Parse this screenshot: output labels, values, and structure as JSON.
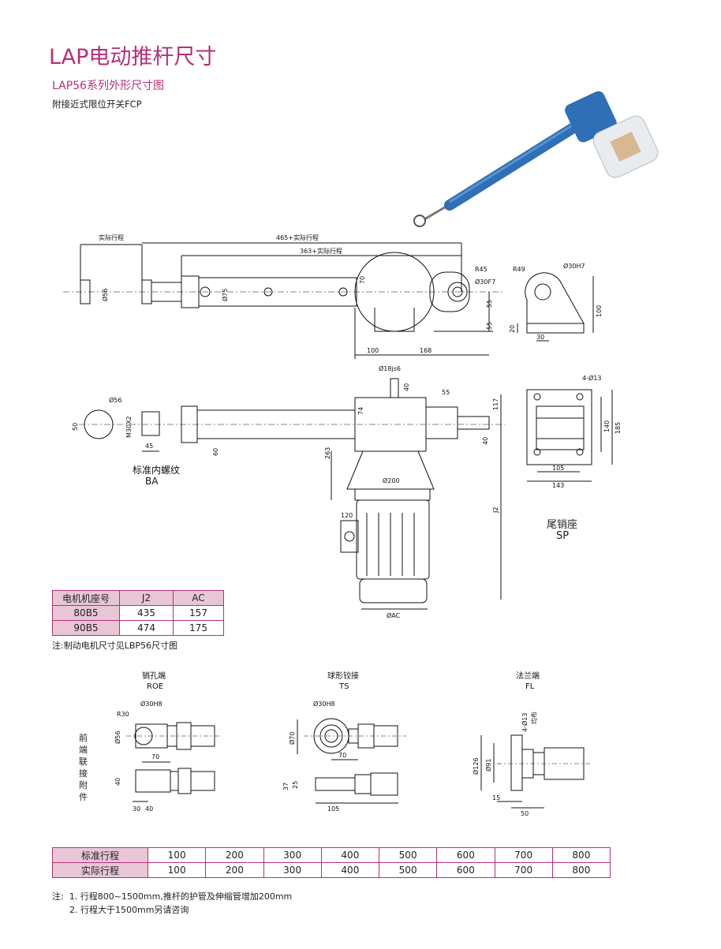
{
  "header": {
    "title": "LAP电动推杆尺寸",
    "subtitle": "LAP56系列外形尺寸图",
    "note": "附接近式限位开关FCP"
  },
  "drawing_top": {
    "dims": {
      "actual_stroke": "实际行程",
      "d465": "465+实际行程",
      "d363": "363+实际行程",
      "r45": "R45",
      "phi30f7": "Ø30F7",
      "phi56": "Ø56",
      "phi75": "Ø75",
      "d70": "70",
      "d55a": "55",
      "d55b": "55",
      "d100": "100",
      "d168": "168"
    }
  },
  "drawing_side": {
    "dims": {
      "r49": "R49",
      "phi30h7": "Ø30H7",
      "d100": "100",
      "d20": "20",
      "d30": "30"
    }
  },
  "drawing_mid": {
    "dims": {
      "phi18js6": "Ø18js6",
      "d40": "40",
      "d55": "55",
      "d117": "117",
      "phi56": "Ø56",
      "d50": "50",
      "m30x2": "M30X2",
      "d74": "74",
      "d60": "60",
      "d45": "45",
      "d263": "263",
      "d40b": "40",
      "phi200": "Ø200",
      "j2": "J2",
      "d120": "120",
      "phiac": "ØAC"
    },
    "ba_label_cn": "标准内螺纹",
    "ba_label_en": "BA"
  },
  "drawing_sp": {
    "dims": {
      "holes": "4-Ø13",
      "d140": "140",
      "d185": "185",
      "d105": "105",
      "d143": "143"
    },
    "label_cn": "尾销座",
    "label_en": "SP"
  },
  "motor_table": {
    "headers": [
      "电机机座号",
      "J2",
      "AC"
    ],
    "rows": [
      [
        "80B5",
        "435",
        "157"
      ],
      [
        "90B5",
        "474",
        "175"
      ]
    ],
    "note": "注:制动电机尺寸见LBP56尺寸图"
  },
  "attachments": {
    "side_label": [
      "前",
      "端",
      "联",
      "接",
      "附",
      "件"
    ],
    "roe": {
      "name_cn": "销孔端",
      "name_en": "ROE",
      "phi30h8": "Ø30H8",
      "r30": "R30",
      "phi56": "Ø56",
      "d70": "70",
      "d40": "40",
      "d30": "30",
      "d40b": "40"
    },
    "ts": {
      "name_cn": "球形铰接",
      "name_en": "TS",
      "phi30h8": "Ø30H8",
      "phi70": "Ø70",
      "d70": "70",
      "d37": "37",
      "d25": "25",
      "d105": "105"
    },
    "fl": {
      "name_cn": "法兰端",
      "name_en": "FL",
      "holes": "4-Ø13",
      "even": "均布",
      "phi126": "Ø126",
      "phi91": "Ø91",
      "d15": "15",
      "d50": "50"
    }
  },
  "stroke_table": {
    "rows": [
      [
        "标准行程",
        "100",
        "200",
        "300",
        "400",
        "500",
        "600",
        "700",
        "800"
      ],
      [
        "实际行程",
        "100",
        "200",
        "300",
        "400",
        "500",
        "600",
        "700",
        "800"
      ]
    ]
  },
  "notes": {
    "prefix": "注:",
    "line1": "1. 行程800~1500mm,推杆的护管及伸缩管增加200mm",
    "line2": "2. 行程大于1500mm另请咨询"
  },
  "colors": {
    "accent": "#b5307a",
    "table_head": "#e8c6d6",
    "actuator_blue": "#2f6fb5"
  }
}
